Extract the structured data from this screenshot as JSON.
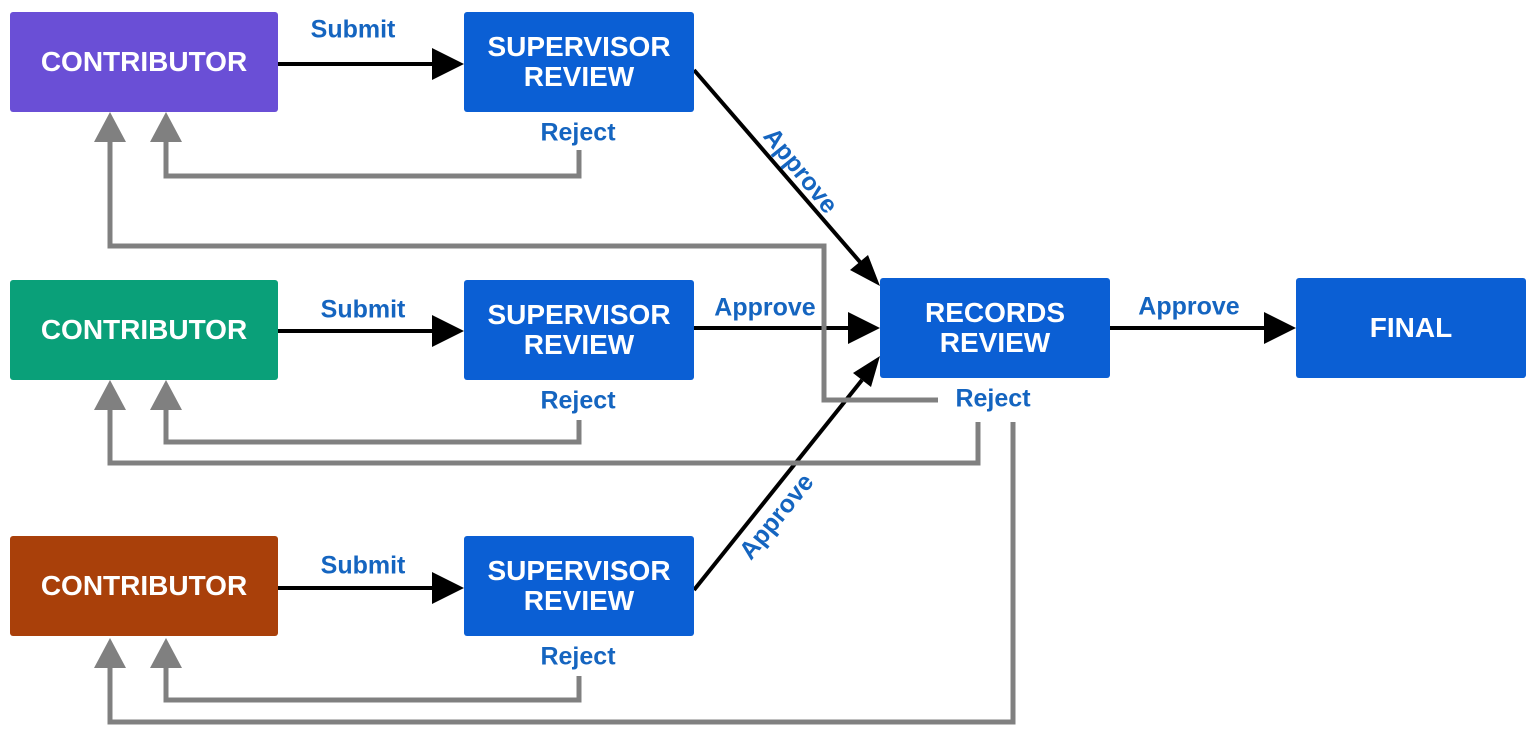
{
  "nodes": {
    "contributor_1": {
      "label": "CONTRIBUTOR",
      "color": "#6a4fd6"
    },
    "contributor_2": {
      "label": "CONTRIBUTOR",
      "color": "#0aa079"
    },
    "contributor_3": {
      "label": "CONTRIBUTOR",
      "color": "#a9400a"
    },
    "supervisor_1": {
      "label": "SUPERVISOR\nREVIEW",
      "color": "#0b5fd4"
    },
    "supervisor_2": {
      "label": "SUPERVISOR\nREVIEW",
      "color": "#0b5fd4"
    },
    "supervisor_3": {
      "label": "SUPERVISOR\nREVIEW",
      "color": "#0b5fd4"
    },
    "records_review": {
      "label": "RECORDS\nREVIEW",
      "color": "#0b5fd4"
    },
    "final": {
      "label": "FINAL",
      "color": "#0b5fd4"
    }
  },
  "edge_labels": {
    "submit_1": "Submit",
    "submit_2": "Submit",
    "submit_3": "Submit",
    "reject_1": "Reject",
    "reject_2": "Reject",
    "reject_3": "Reject",
    "approve_1": "Approve",
    "approve_2": "Approve",
    "approve_3": "Approve",
    "records_reject": "Reject",
    "final_approve": "Approve"
  },
  "colors": {
    "forward_edge": "#000000",
    "return_edge": "#808080",
    "edge_label": "#1565c0"
  }
}
